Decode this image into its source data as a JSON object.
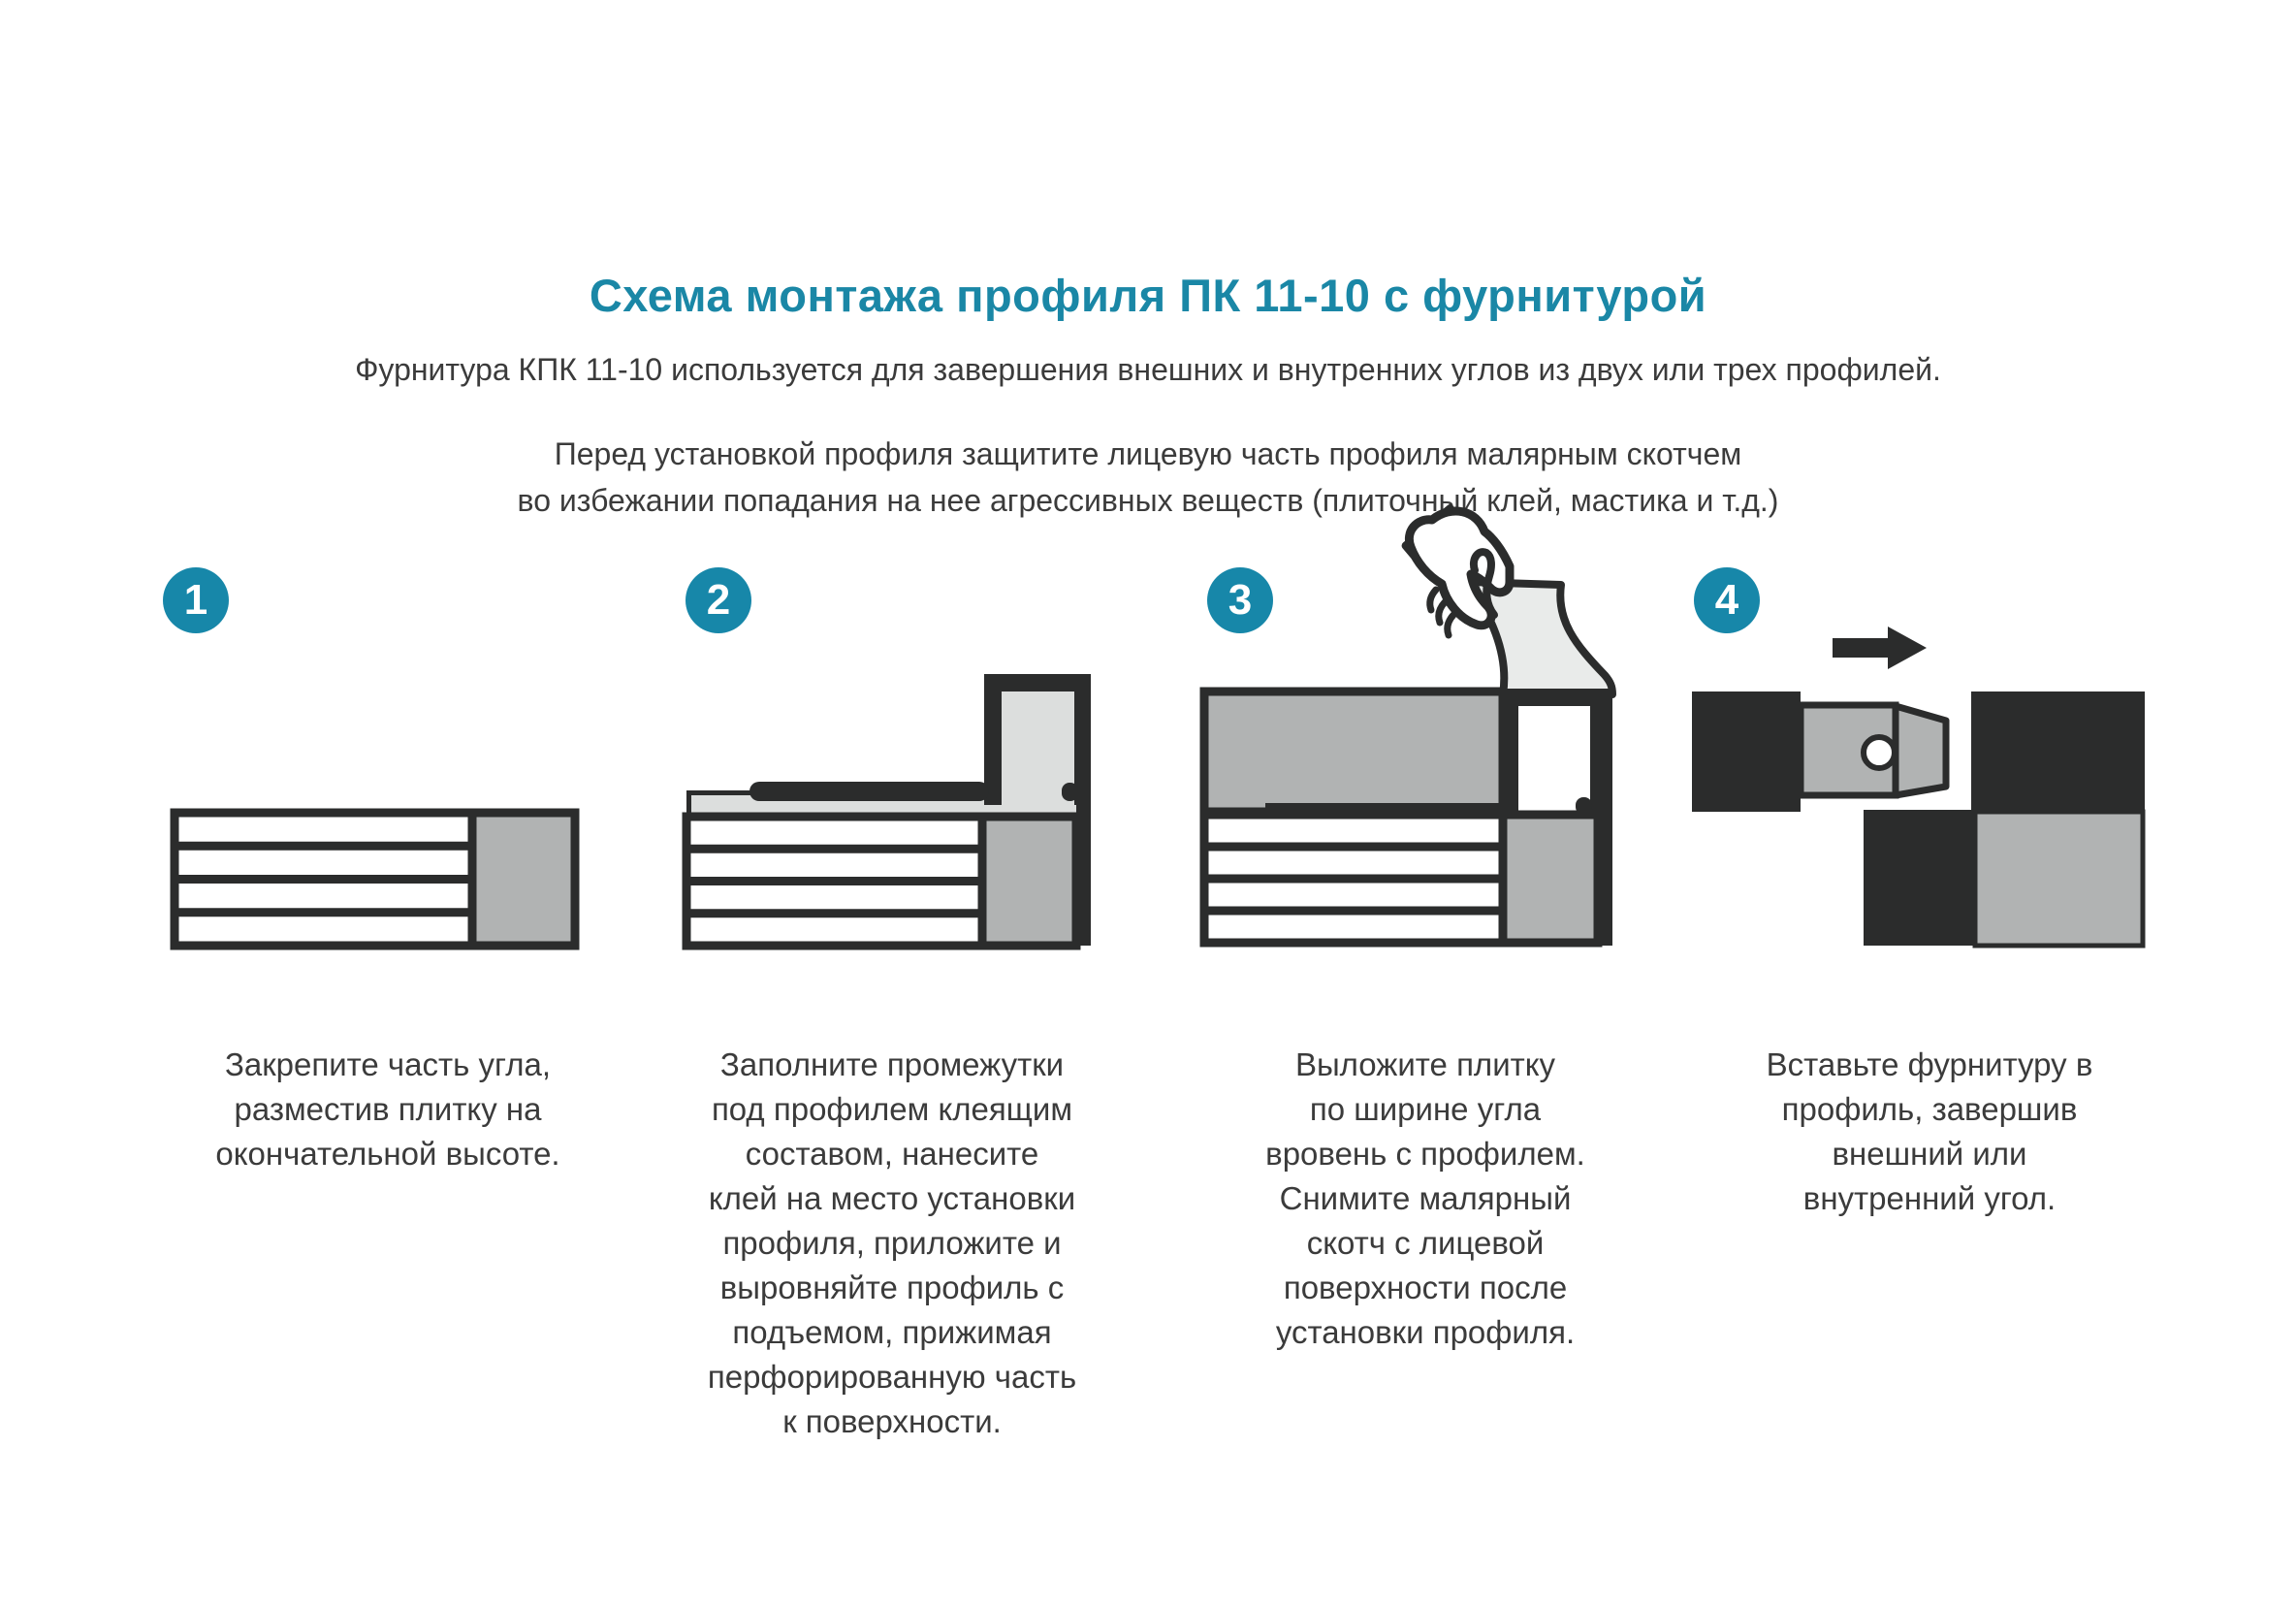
{
  "colors": {
    "accent_teal": "#1a87a6",
    "badge_teal": "#1787a9",
    "outline_dark": "#2b2c2c",
    "tile_gray": "#b1b3b3",
    "adhesive_light_gray": "#dcdedd",
    "tape_light_gray": "#e9ebea",
    "text_gray": "#3b3b3b",
    "background": "#ffffff"
  },
  "header": {
    "title": "Схема монтажа профиля ПК 11-10 с фурнитурой",
    "subtitle": "Фурнитура КПК 11-10 используется для завершения внешних и внутренних углов из двух или трех профилей.",
    "note_lines": [
      "Перед установкой профиля защитите лицевую часть профиля малярным скотчем",
      "во избежании попадания на нее агрессивных веществ (плиточный клей, мастика и т.д.)"
    ]
  },
  "steps": [
    {
      "number": "1",
      "illustration": "tile-stack-with-corner-tile",
      "caption_lines": [
        "Закрепите часть угла,",
        "разместив плитку на",
        "окончательной высоте."
      ]
    },
    {
      "number": "2",
      "illustration": "profile-set-on-adhesive-layer",
      "caption_lines": [
        "Заполните промежутки",
        "под профилем клеящим",
        "составом, нанесите",
        "клей на место установки",
        "профиля, приложите и",
        "выровняйте профиль с",
        "подъемом, прижимая",
        "перфорированную часть",
        "к поверхности."
      ]
    },
    {
      "number": "3",
      "illustration": "tile-laid-hand-removing-masking-tape",
      "caption_lines": [
        "Выложите плитку",
        "по ширине угла",
        "вровень с профилем.",
        "Снимите малярный",
        "скотч с лицевой",
        "поверхности после",
        "установки профиля."
      ]
    },
    {
      "number": "4",
      "illustration": "fitting-inserted-into-profile-top-view",
      "caption_lines": [
        "Вставьте фурнитуру в",
        "профиль, завершив",
        "внешний или",
        "внутренний угол."
      ]
    }
  ]
}
